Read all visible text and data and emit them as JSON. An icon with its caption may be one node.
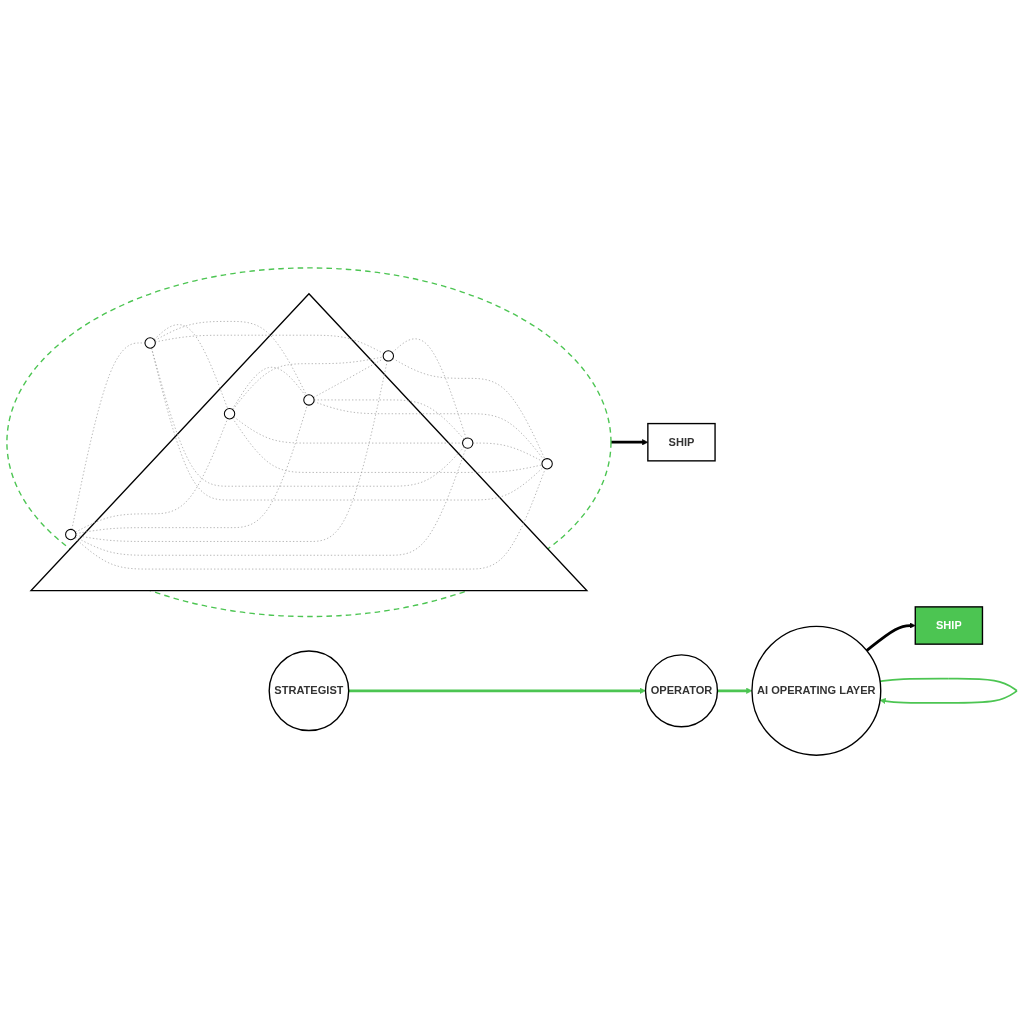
{
  "diagram": {
    "nodes": [
      {
        "text": [],
        "shape": "circle"
      },
      {
        "text": [],
        "shape": "triangle",
        "in": 0
      },
      {
        "text": [],
        "shape": "circle",
        "in": 1
      },
      {
        "text": [],
        "shape": "circle",
        "in": 1
      },
      {
        "text": [],
        "shape": "circle",
        "in": 1
      },
      {
        "text": [],
        "shape": "circle",
        "in": 1
      },
      {
        "text": [],
        "shape": "circle",
        "in": 1
      },
      {
        "text": [],
        "shape": "circle",
        "in": 1
      },
      {
        "text": [],
        "shape": "circle",
        "in": 1
      },
      {
        "text": [
          "SHIP"
        ]
      },
      {
        "text": [
          "STRATEGIST"
        ]
      },
      {
        "text": [
          "OPERATOR"
        ]
      },
      {
        "text": [
          "AI OPERATING LAYER"
        ]
      },
      {
        "text": [
          "SHIP"
        ]
      }
    ],
    "edges": [
      {
        "from": 2,
        "to": 3,
        "arrow": "none",
        "style": "dashed"
      },
      {
        "from": 2,
        "to": 4,
        "arrow": "none",
        "style": "dashed"
      },
      {
        "from": 2,
        "to": 5,
        "arrow": "none",
        "style": "dashed"
      },
      {
        "from": 2,
        "to": 6,
        "arrow": "none",
        "style": "dashed"
      },
      {
        "from": 2,
        "to": 7,
        "arrow": "none",
        "style": "dashed"
      },
      {
        "from": 2,
        "to": 8,
        "arrow": "none",
        "style": "dashed"
      },
      {
        "from": 3,
        "to": 4,
        "arrow": "none",
        "style": "dashed"
      },
      {
        "from": 3,
        "to": 5,
        "arrow": "none",
        "style": "dashed"
      },
      {
        "from": 3,
        "to": 6,
        "arrow": "none",
        "style": "dashed"
      },
      {
        "from": 3,
        "to": 7,
        "arrow": "none",
        "style": "dashed"
      },
      {
        "from": 3,
        "to": 8,
        "arrow": "none",
        "style": "dashed"
      },
      {
        "from": 4,
        "to": 5,
        "arrow": "none",
        "style": "dashed"
      },
      {
        "from": 4,
        "to": 6,
        "arrow": "none",
        "style": "dashed"
      },
      {
        "from": 4,
        "to": 7,
        "arrow": "none",
        "style": "dashed"
      },
      {
        "from": 4,
        "to": 8,
        "arrow": "none",
        "style": "dashed"
      },
      {
        "from": 5,
        "to": 6,
        "arrow": "none",
        "style": "dashed"
      },
      {
        "from": 5,
        "to": 7,
        "arrow": "none",
        "style": "dashed"
      },
      {
        "from": 5,
        "to": 8,
        "arrow": "none",
        "style": "dashed"
      },
      {
        "from": 6,
        "to": 7,
        "arrow": "none",
        "style": "dashed"
      },
      {
        "from": 6,
        "to": 8,
        "arrow": "none",
        "style": "dashed"
      },
      {
        "from": 7,
        "to": 8,
        "arrow": "none",
        "style": "dashed"
      },
      {
        "from": 0,
        "to": 9,
        "arrow": "to",
        "style": "thick",
        "color": "#000000"
      },
      {
        "from": 10,
        "to": 11,
        "arrow": "to",
        "style": "thick",
        "color": "#4cc552"
      },
      {
        "from": 11,
        "to": 12,
        "arrow": "to",
        "style": "thick",
        "color": "#4cc552"
      },
      {
        "from": 12,
        "to": 12,
        "arrow": "to",
        "color": "#4cc552"
      },
      {
        "from": 12,
        "to": 13,
        "arrow": "to",
        "style": "thick",
        "color": "#000000"
      }
    ]
  }
}
